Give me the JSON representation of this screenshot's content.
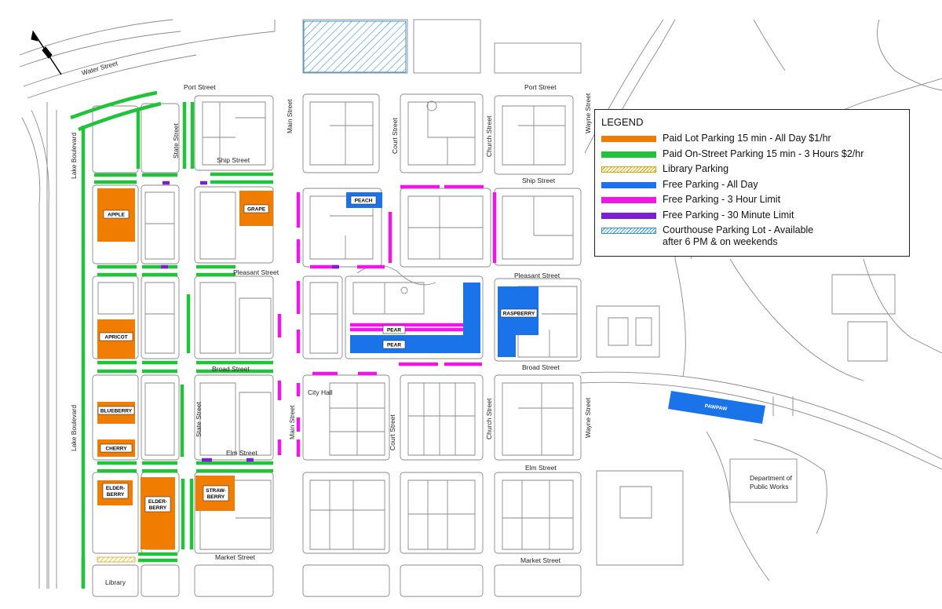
{
  "legend": {
    "title": "LEGEND",
    "items": [
      {
        "label": "Paid Lot Parking 15 min - All Day $1/hr",
        "color": "#f07d00"
      },
      {
        "label": "Paid On-Street Parking 15 min - 3 Hours $2/hr",
        "color": "#22c33a"
      },
      {
        "label": "Library Parking",
        "color": "#e0a400"
      },
      {
        "label": "Free Parking - All Day",
        "color": "#1a73e8"
      },
      {
        "label": "Free Parking - 3 Hour Limit",
        "color": "#ee17e6"
      },
      {
        "label": "Free Parking - 30 Minute Limit",
        "color": "#7a1fd6"
      },
      {
        "label": "Courthouse Parking Lot - Available",
        "label_line2": "after 6 PM & on weekends",
        "color": "#3a93c9"
      }
    ]
  },
  "streets": {
    "water": "Water Street",
    "port_west": "Port Street",
    "port_east": "Port Street",
    "ship_west": "Ship Street",
    "ship_east": "Ship Street",
    "pleasant_west": "Pleasant Street",
    "pleasant_east": "Pleasant Street",
    "broad_west": "Broad Street",
    "broad_east": "Broad Street",
    "elm_west": "Elm Street",
    "elm_east": "Elm Street",
    "market_west": "Market Street",
    "market_east": "Market Street",
    "lake_north": "Lake Boulevard",
    "lake_south": "Lake Boulevard",
    "state_north": "State Street",
    "state_south": "State Street",
    "main_north": "Main Street",
    "main_south": "Main Street",
    "court_north": "Court Street",
    "court_south": "Court Street",
    "church_north": "Church Street",
    "church_south": "Church Street",
    "wayne_north": "Wayne Street",
    "wayne_south": "Wayne Street"
  },
  "places": {
    "city_hall": "City Hall",
    "dpw_line1": "Department of",
    "dpw_line2": "Public Works",
    "library": "Library"
  },
  "lots": {
    "apple": "APPLE",
    "grape": "GRAPE",
    "apricot": "APRICOT",
    "blueberry": "BLUEBERRY",
    "cherry": "CHERRY",
    "elderberry1_line1": "ELDER-",
    "elderberry1_line2": "BERRY",
    "elderberry2_line1": "ELDER-",
    "elderberry2_line2": "BERRY",
    "strawberry_line1": "STRAW-",
    "strawberry_line2": "BERRY",
    "peach": "PEACH",
    "pear_upper": "PEAR",
    "pear_lower": "PEAR",
    "raspberry": "RASPBERRY",
    "pawpaw": "PAWPAW"
  },
  "colors": {
    "paid_lot": "#f07d00",
    "paid_street": "#22c33a",
    "library": "#e0a400",
    "free_all_day": "#1a73e8",
    "free_3hr": "#ee17e6",
    "free_30min": "#7a1fd6",
    "courthouse": "#3a93c9",
    "building_outline": "#8a8a8a"
  }
}
